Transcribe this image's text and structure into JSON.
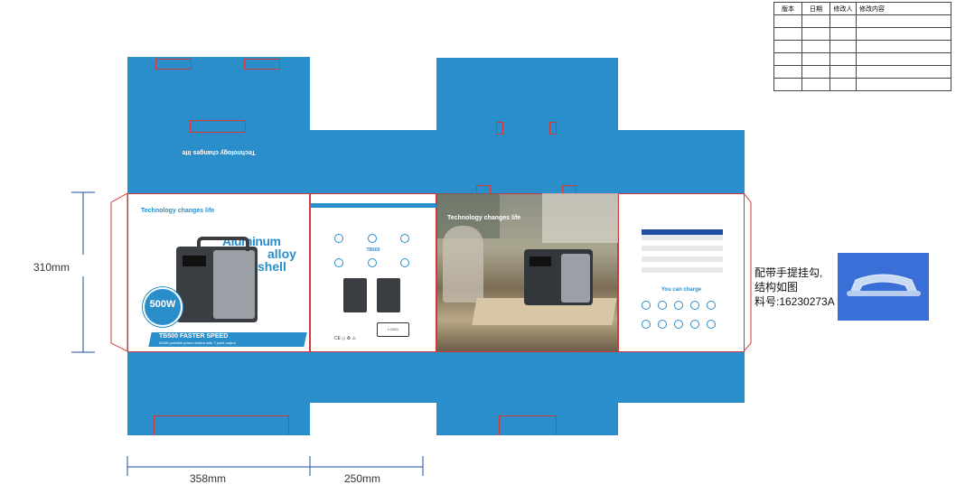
{
  "revision_table": {
    "headers": [
      "版本",
      "日期",
      "修改人",
      "修改内容"
    ],
    "rows": 6
  },
  "dimensions": {
    "height": "310mm",
    "width_front": "358mm",
    "width_side": "250mm"
  },
  "front_panel": {
    "tagline": "Technology changes life",
    "headline_1": "Aluminum",
    "headline_2": "alloy",
    "headline_3": "shell",
    "badge": "500W",
    "model_line": "TB500 FASTER SPEED",
    "sub_line": "500W portable power station with 7 ports output"
  },
  "top_flap": {
    "mirrored_tagline": "Technology changes life"
  },
  "side_panel": {
    "model": "TB500",
    "logo_text": "LOGO"
  },
  "back_panel": {
    "tagline": "Technology changes life"
  },
  "spec_panel": {
    "charge_title": "You can charge"
  },
  "handle_note": {
    "line1": "配带手提挂勾,",
    "line2": "结构如图",
    "line3": "料号:16230273A"
  },
  "colors": {
    "box_blue": "#2a8ecb",
    "cut_line": "#d23a3a",
    "dimension_line": "#1f4fa0",
    "handle_bg": "#3b6fd8"
  }
}
